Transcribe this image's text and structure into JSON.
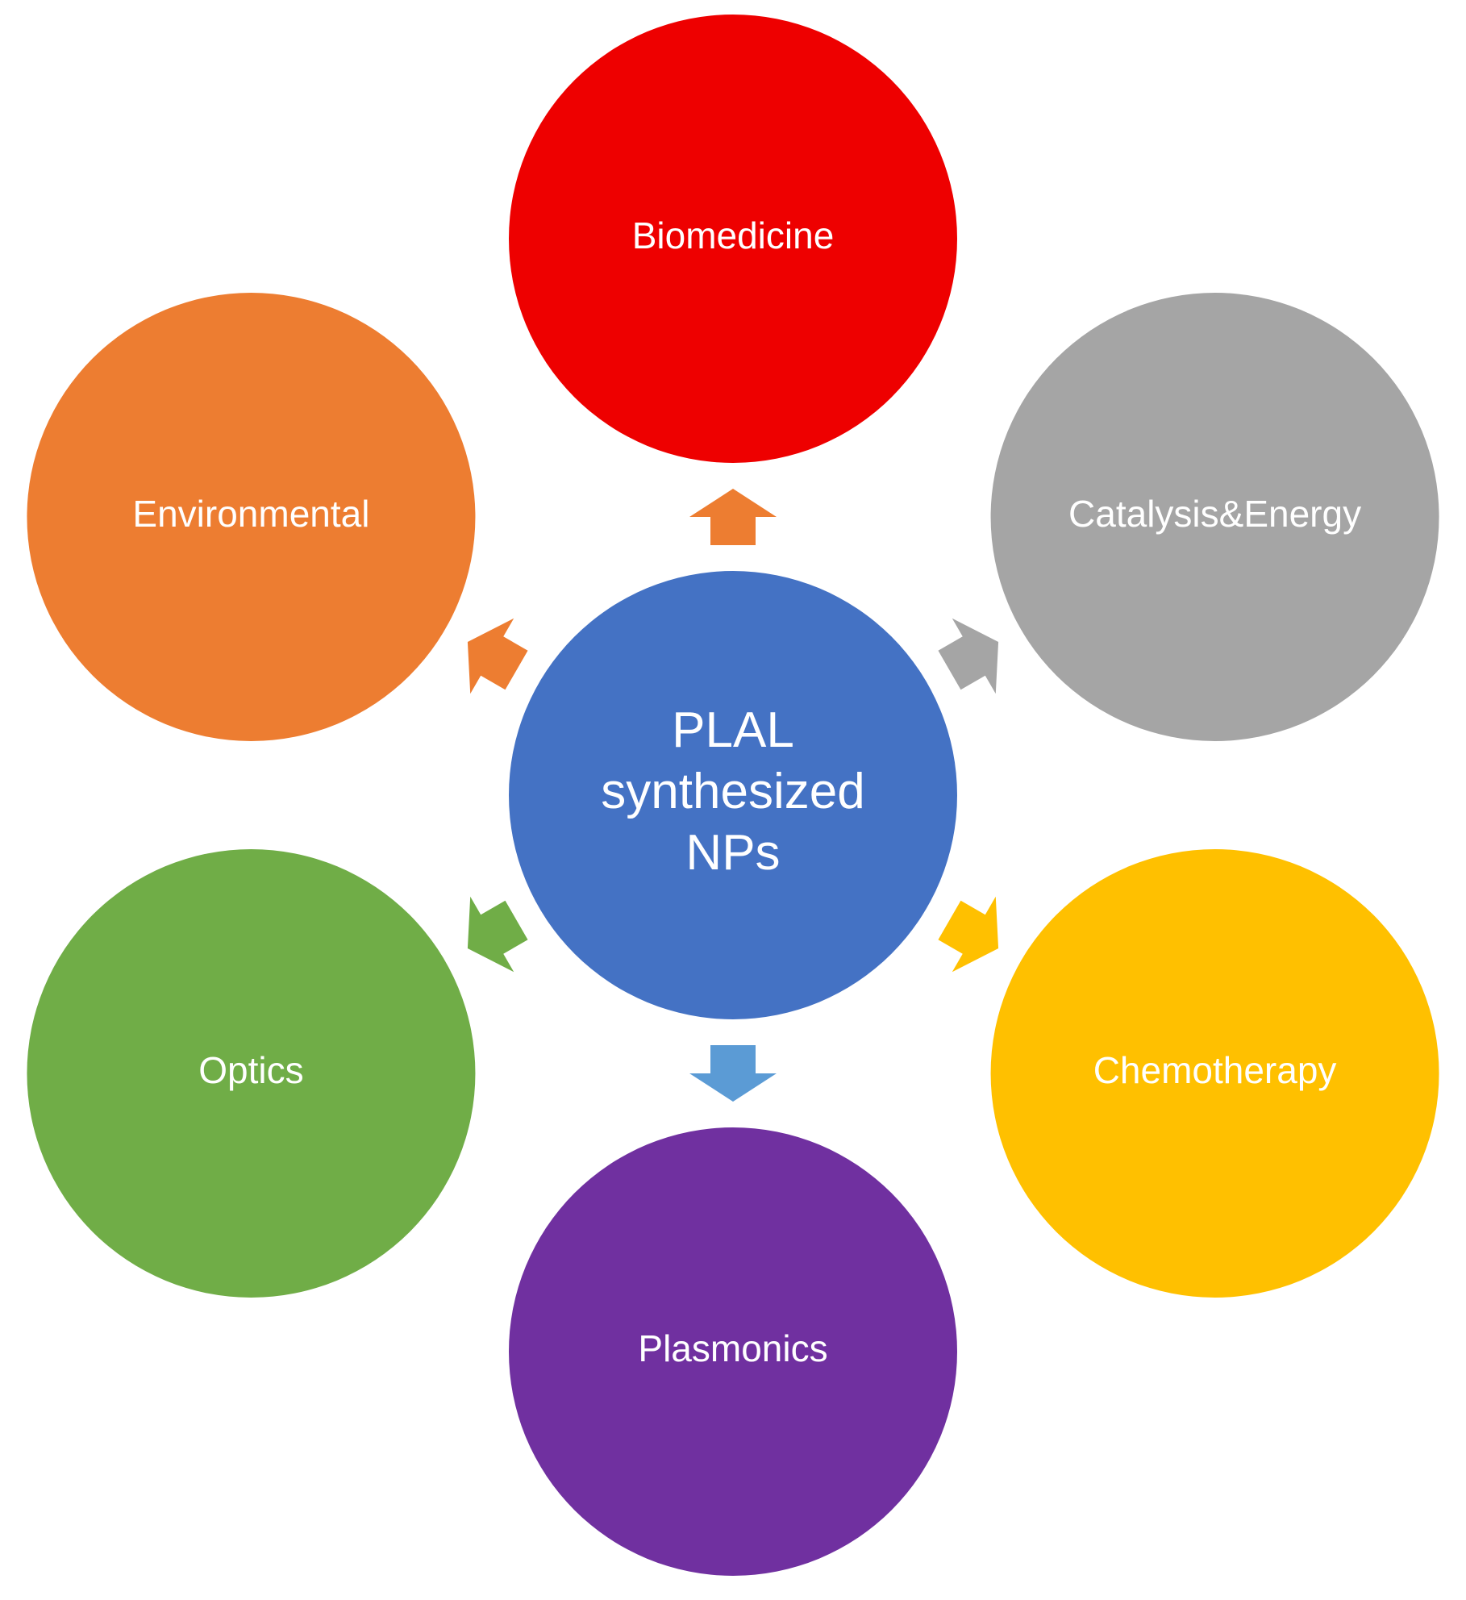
{
  "center": {
    "lines": [
      "PLAL",
      "synthesized",
      "NPs"
    ],
    "color": "#4472C4"
  },
  "nodes": [
    {
      "key": "biomedicine",
      "label": "Biomedicine",
      "color": "#EE0000",
      "arrow_color": "#ED7D31"
    },
    {
      "key": "catalysis-energy",
      "label": "Catalysis&Energy",
      "color": "#A5A5A5",
      "arrow_color": "#A5A5A5"
    },
    {
      "key": "chemotherapy",
      "label": "Chemotherapy",
      "color": "#FFC000",
      "arrow_color": "#FFC000"
    },
    {
      "key": "plasmonics",
      "label": "Plasmonics",
      "color": "#7030A0",
      "arrow_color": "#5B9BD5"
    },
    {
      "key": "optics",
      "label": "Optics",
      "color": "#70AD47",
      "arrow_color": "#70AD47"
    },
    {
      "key": "environmental",
      "label": "Environmental",
      "color": "#ED7D31",
      "arrow_color": "#ED7D31"
    }
  ]
}
